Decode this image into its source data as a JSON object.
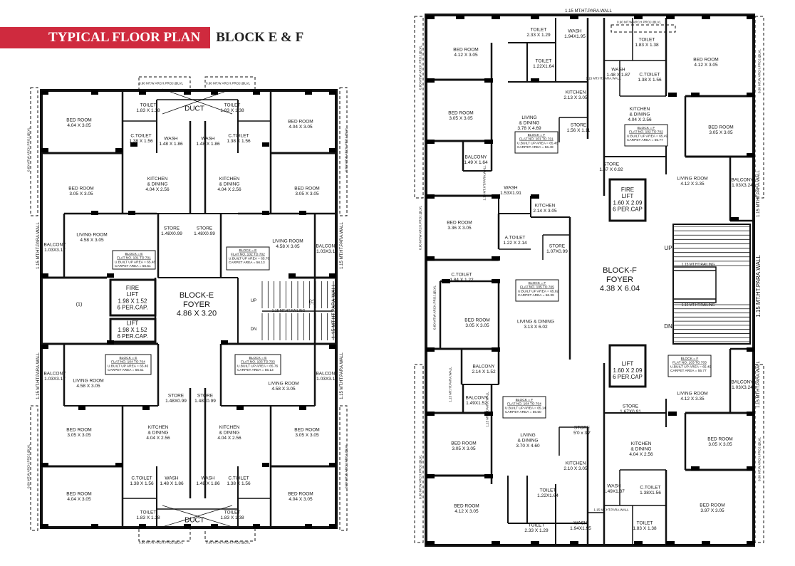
{
  "header": {
    "title": "TYPICAL FLOOR PLAN",
    "subtitle": "BLOCK E & F"
  },
  "colors": {
    "accent": "#cf2a3e",
    "wall": "#111111",
    "pillar": "#000000"
  },
  "plan_e": {
    "foyer": "BLOCK-E\nFOYER\n4.86 X 3.20",
    "fire_lift": "FIRE\nLIFT\n1.98 X 1.52\n6 PER.CAP.",
    "lift": "LIFT\n1.98 X 1.52\n6 PER.CAP.",
    "duct": "DUCT",
    "para_wall_top": "0.60 MT.W ARCH.PROJ.@LVL",
    "para_wall_side": "1.15 MT.HT.PARA.WALL",
    "up": "UP",
    "dn": "DN",
    "railing": "1.15 MT.HT.RAILING",
    "mark_1": "(1)",
    "mark_c": "(c)",
    "rooms": [
      "BED ROOM\n4.04 X 3.05",
      "TOILET\n1.83 X 1.38",
      "C.TOILET\n1.38 X 1.56",
      "WASH\n1.48 X 1.86",
      "BED ROOM\n3.05 X 3.05",
      "KITCHEN\n& DINING\n4.04 X 2.56",
      "STORE\n1.48X0.99",
      "LIVING ROOM\n4.58 X 3.05",
      "BALCONY\n1.03X3.17",
      "WASH\n1.48 X 1.86",
      "TOILET\n1.83 X 1.38",
      "C.TOILET\n1.38 X 1.56",
      "BED ROOM\n4.04 X 3.05",
      "KITCHEN\n& DINING\n4.04 X 2.56",
      "BED ROOM\n3.05 X 3.05",
      "STORE\n1.48X0.99",
      "LIVING ROOM\n4.58 X 3.05",
      "BALCONY\n1.03X3.17",
      "LIVING ROOM\n4.58 X 3.05",
      "BALCONY\n1.03X3.17",
      "STORE\n1.48X0.99",
      "BED ROOM\n3.05 X 3.05",
      "KITCHEN\n& DINING\n4.04 X 2.56",
      "BED ROOM\n4.04 X 3.05",
      "C.TOILET\n1.38 X 1.56",
      "WASH\n1.48 X 1.86",
      "TOILET\n1.83 X 1.38",
      "LIVING ROOM\n4.58 X 3.05",
      "BALCONY\n1.03X3.17",
      "STORE\n1.48X0.99",
      "BED ROOM\n3.05 X 3.05",
      "KITCHEN\n& DINING\n4.04 X 2.56",
      "BED ROOM\n4.04 X 3.05",
      "C.TOILET\n1.38 X 1.56",
      "WASH\n1.48 X 1.86",
      "TOILET\n1.83 X 1.38"
    ],
    "flats": [
      "BLOCK = E\nFLAT NO. 101 TO 701\nU.BUILT UP AREA = 65.46\nCARPET AREA = 56.51",
      "BLOCK = E\nFLAT NO. 102 TO 702\nU.BUILT UP AREA = 65.76\nCARPET AREA = 56.13",
      "BLOCK = E\nFLAT NO. 104 TO 704\nU.BUILT UP AREA = 65.46\nCARPET AREA = 56.51",
      "BLOCK = E\nFLAT NO. 103 TO 703\nU.BUILT UP AREA = 65.76\nCARPET AREA = 56.13"
    ]
  },
  "plan_f": {
    "foyer": "BLOCK-F\nFOYER\n4.38 X 6.04",
    "fire_lift": "FIRE\nLIFT\n1.60 X 2.09\n6 PER.CAP",
    "lift": "LIFT\n1.60 X 2.09\n6 PER.CAP",
    "para_wall_top": "1.15 MT.HT.PARA.WALL",
    "para_wall_side": "1.15 MT.HT.PARA.WALL",
    "arch_proj": "0.60 MT.W ARCH.PROJ.@LVL",
    "up": "UP",
    "dn": "DN",
    "railing": "1.15 MT.HT.RAILING",
    "rooms": [
      "BED ROOM\n4.12 X 3.05",
      "TOILET\n2.33 X 1.29",
      "WASH\n1.94X1.95",
      "TOILET\n1.22X1.64",
      "BED ROOM\n3.05 X 3.05",
      "KITCHEN\n2.13 X 3.05",
      "LIVING\n& DINING\n3.78 X 4.69",
      "STORE\n1.56 X 1.11",
      "BALCONY\n1.49 X 1.64",
      "TOILET\n1.83 X 1.38",
      "BED ROOM\n4.12 X 3.05",
      "WASH\n1.48 X 1.87",
      "C.TOILET\n1.38 X 1.56",
      "KITCHEN\n& DINING\n4.04 X 2.56",
      "BED ROOM\n3.05 X 3.05",
      "STORE\n1.67 X 0.92",
      "LIVING ROOM\n4.12 X 3.35",
      "BALCONY\n1.03X3.24",
      "WASH\n1.53X1.91",
      "KITCHEN\n2.14 X 3.05",
      "BED ROOM\n3.36 X 3.05",
      "A.TOILET\n1.22 X 2.14",
      "STORE\n1.07X0.99",
      "C.TOILET\n1.84 X 1.22",
      "BED ROOM\n3.05 X 3.05",
      "LIVING & DINING\n3.13 X 6.02",
      "BALCONY\n2.14 X 1.52",
      "BALCONY\n1.49X1.52",
      "BED ROOM\n3.05 X 3.05",
      "LIVING\n& DINING\n3.70 X 4.60",
      "STORE\n5'0 x 3'7",
      "KITCHEN\n2.10 X 3.05",
      "TOILET\n1.22X1.64",
      "BED ROOM\n4.12 X 3.05",
      "TOILET\n2.33 X 1.29",
      "WASH\n1.94X1.95",
      "LIVING ROOM\n4.12 X 3.35",
      "BALCONY\n1.03X3.24",
      "STORE\n1.67X0.91",
      "KITCHEN\n& DINING\n4.04 X 2.56",
      "BED ROOM\n3.05 X 3.05",
      "WASH\n1.49X1.87",
      "C.TOILET\n1.38X1.56",
      "BED ROOM\n3.97 X 3.05",
      "TOILET\n1.83 X 1.38"
    ],
    "flats": [
      "BLOCK = F\nFLAT NO. 101 TO 701\nU.BUILT UP AREA = 65.46\nCARPET AREA = 56.49",
      "BLOCK = F\nFLAT NO. 102 TO 702\nU.BUILT UP AREA = 65.49\nCARPET AREA = 55.77",
      "BLOCK = F\nFLAT NO. 105 TO 705\nU.BUILT UP AREA = 65.82\nCARPET AREA = 56.39",
      "BLOCK = F\nFLAT NO. 104 TO 704\nU.BUILT UP AREA = 65.14\nCARPET AREA = 56.50",
      "BLOCK = F\nFLAT NO. 103 TO 703\nU.BUILT UP AREA = 65.49\nCARPET AREA = 55.77"
    ]
  }
}
